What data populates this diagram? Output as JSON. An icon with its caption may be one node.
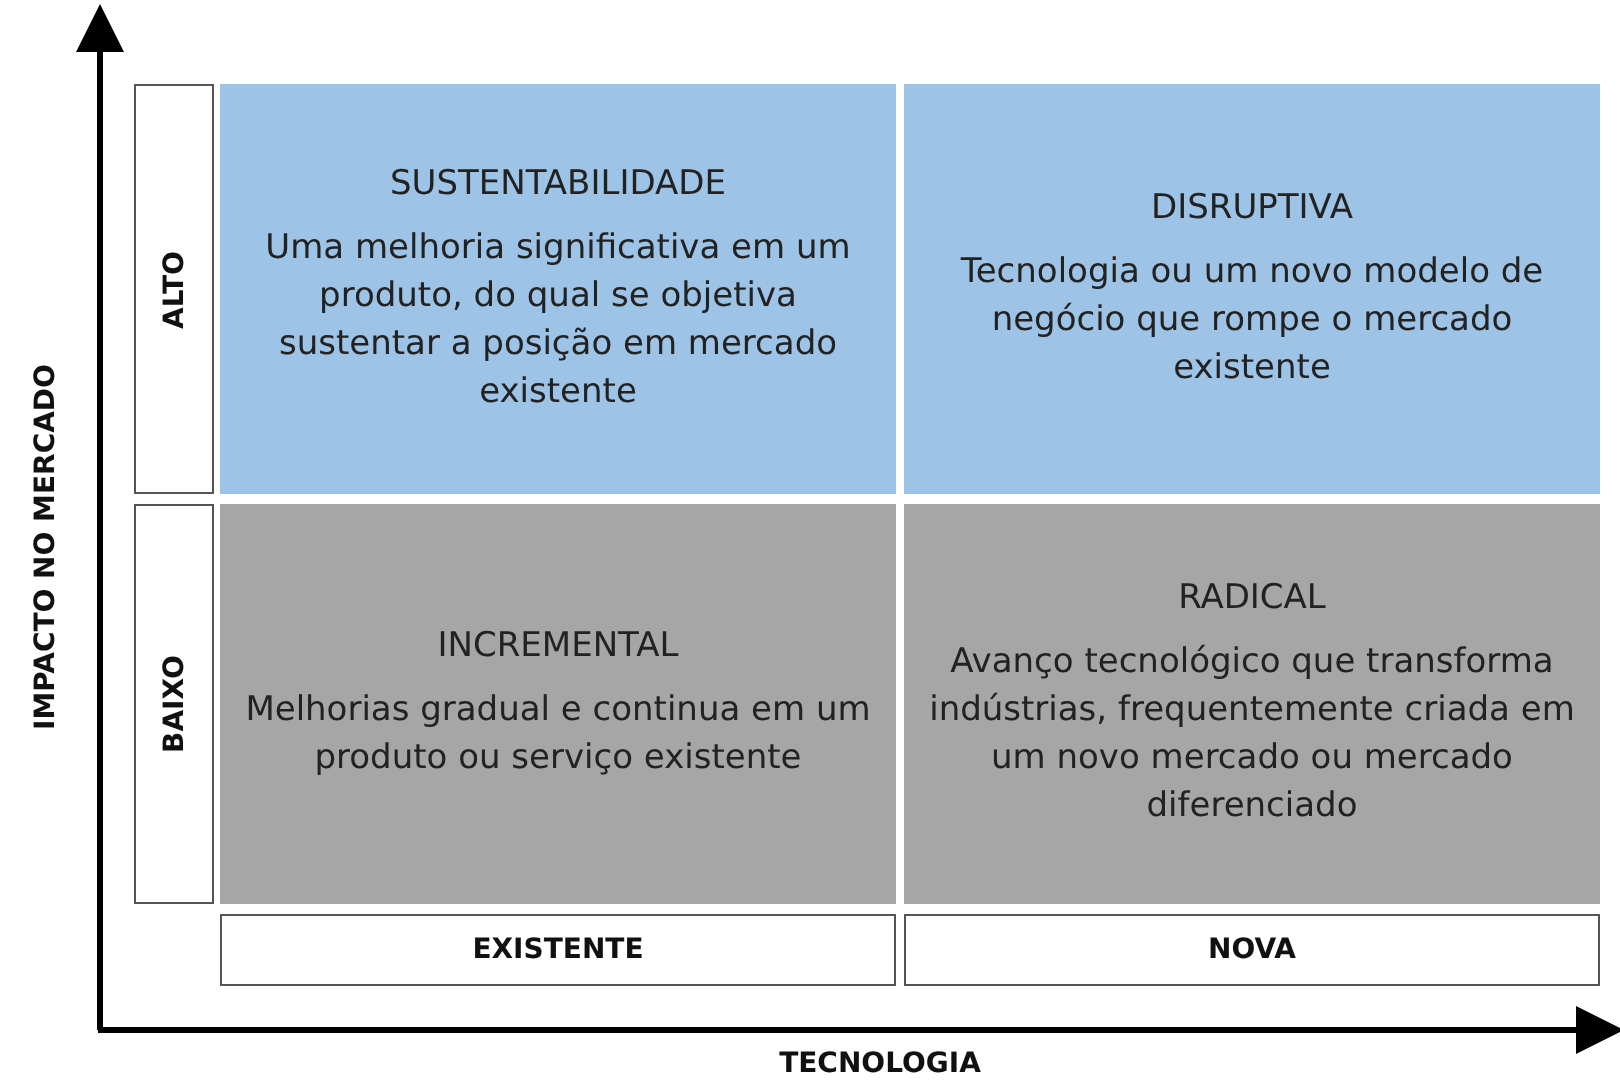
{
  "diagram": {
    "nodes": [
      {
        "text": [
          "SUSTENTABILIDADE",
          "Uma melhoria significativa em um produto, do qual se objetiva sustentar a posição em mercado existente"
        ]
      },
      {
        "text": [
          "DISRUPTIVA",
          "Tecnologia ou um novo modelo de negócio que rompe o mercado existente"
        ]
      },
      {
        "text": [
          "INCREMENTAL",
          "Melhorias gradual e continua em um produto ou serviço existente"
        ]
      },
      {
        "text": [
          "RADICAL",
          "Avanço tecnológico que transforma indústrias, frequentemente criada em um novo mercado ou mercado diferenciado"
        ]
      },
      {
        "text": [
          "ALTO"
        ]
      },
      {
        "text": [
          "BAIXO"
        ]
      },
      {
        "text": [
          "EXISTENTE"
        ]
      },
      {
        "text": [
          "NOVA"
        ]
      }
    ],
    "labels": [
      "IMPACTO NO MERCADO",
      "TECNOLOGIA"
    ]
  }
}
